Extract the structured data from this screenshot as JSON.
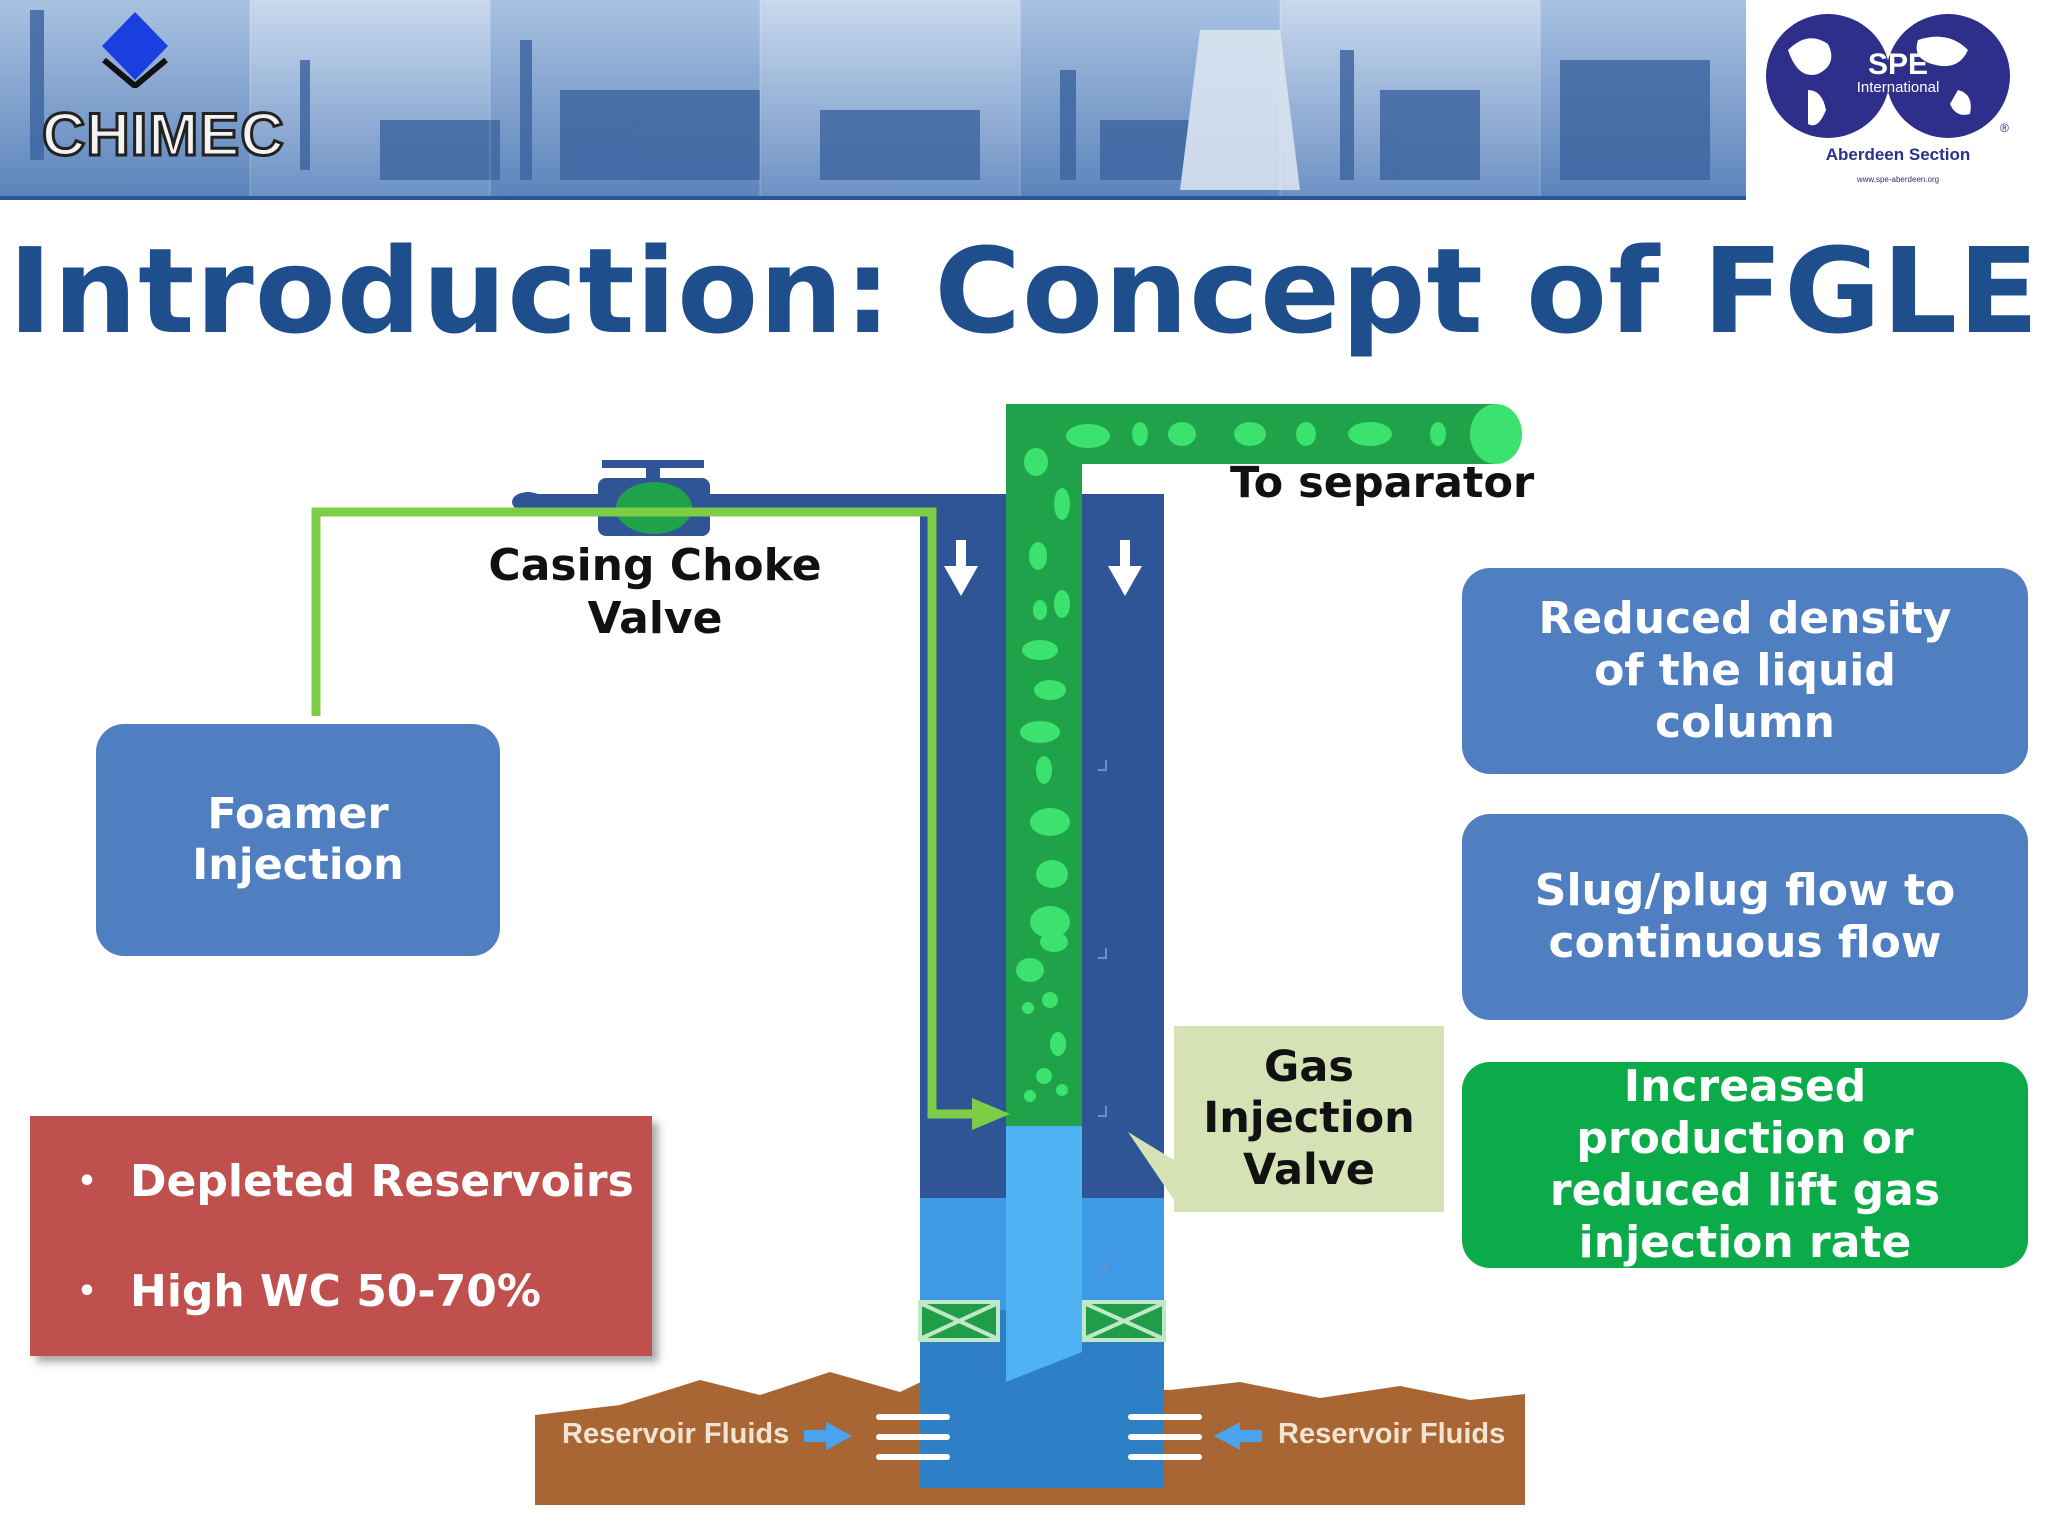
{
  "header": {
    "left_logo": {
      "text": "CHIMEC",
      "icon": "blue-diamond-icon"
    },
    "right_logo": {
      "text": "SPE",
      "subtext": "International",
      "section": "Aberdeen Section",
      "url": "www.spe-aberdeen.org",
      "mark": "®"
    }
  },
  "title": "Introduction: Concept of FGLE",
  "diagram": {
    "foamer_injection": "Foamer Injection",
    "casing_choke_valve": "Casing Choke Valve",
    "to_separator": "To separator",
    "gas_injection_valve": "Gas Injection Valve",
    "reservoir_fluids_left": "Reservoir Fluids",
    "reservoir_fluids_right": "Reservoir Fluids"
  },
  "benefits": [
    "Reduced density of the liquid column",
    "Slug/plug flow to continuous flow",
    "Increased production or reduced lift gas injection rate"
  ],
  "conditions": [
    "Depleted Reservoirs",
    "High WC 50-70%"
  ],
  "colors": {
    "title": "#1f4e8c",
    "blue_box": "#4f7fc1",
    "green_box": "#0aab48",
    "red_box": "#c0504d",
    "foam_green": "#3be36e",
    "casing_blue": "#2b5597",
    "injection_line": "#7dce46"
  }
}
